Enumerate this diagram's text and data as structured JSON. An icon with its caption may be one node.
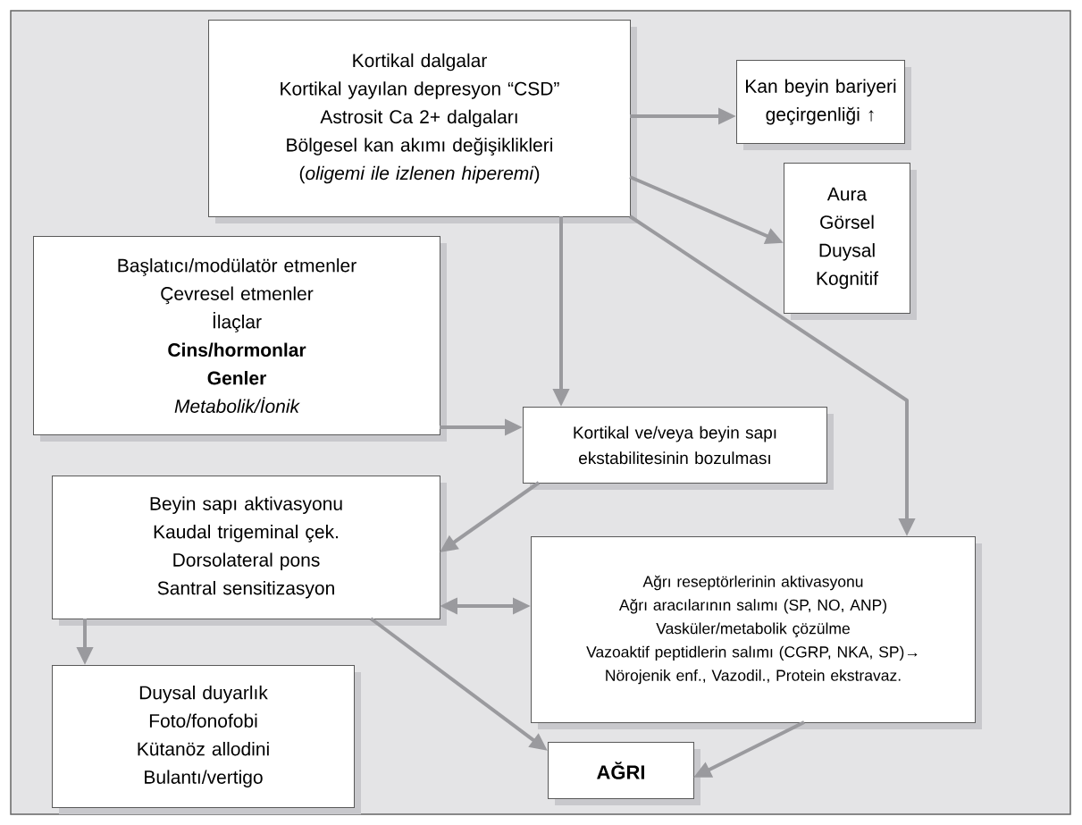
{
  "diagram": {
    "nodes": [
      {
        "text": [
          "Kortikal dalgalar",
          "Kortikal yayılan depresyon “CSD”",
          "Astrosit Ca 2+ dalgaları",
          "Bölgesel kan akımı değişiklikleri",
          "(*oligemi ile izlenen hiperemi*)"
        ]
      },
      {
        "text": [
          "Kan beyin bariyeri geçirgenliği ↑"
        ]
      },
      {
        "text": [
          "Aura",
          "Görsel",
          "Duysal",
          "Kognitif"
        ]
      },
      {
        "text": [
          "Başlatıcı/modülatör etmenler",
          "Çevresel etmenler",
          "İlaçlar",
          "Cins/hormonlar",
          "Genler",
          "Metabolik/İonik"
        ]
      },
      {
        "text": [
          "Kortikal ve/veya beyin sapı ekstabilitesinin bozulması"
        ]
      },
      {
        "text": [
          "Beyin sapı aktivasyonu",
          "Kaudal trigeminal çek.",
          "Dorsolateral pons",
          "Santral sensitizasyon"
        ]
      },
      {
        "text": [
          "Ağrı reseptörlerinin aktivasyonu",
          "Ağrı aracılarının salımı (SP, NO, ANP)",
          "Vasküler/metabolik çözülme",
          "Vazoaktif peptidlerin salımı (CGRP, NKA, SP)→",
          "Nörojenik enf., Vazodil., Protein ekstravaz."
        ]
      },
      {
        "text": [
          "Duysal duyarlık",
          "Foto/fonofobi",
          "Kütanöz allodini",
          "Bulantı/vertigo"
        ]
      },
      {
        "text": [
          "AĞRI"
        ]
      }
    ],
    "edges": [
      {
        "from": 0,
        "to": 1,
        "arrow": "to"
      },
      {
        "from": 0,
        "to": 2,
        "arrow": "to"
      },
      {
        "from": 0,
        "to": 4,
        "arrow": "to"
      },
      {
        "from": 0,
        "to": 6,
        "arrow": "to"
      },
      {
        "from": 3,
        "to": 4,
        "arrow": "to"
      },
      {
        "from": 4,
        "to": 5,
        "arrow": "to"
      },
      {
        "from": 5,
        "to": 6,
        "arrow": "both"
      },
      {
        "from": 5,
        "to": 7,
        "arrow": "to"
      },
      {
        "from": 5,
        "to": 8,
        "arrow": "to"
      },
      {
        "from": 6,
        "to": 8,
        "arrow": "to"
      }
    ]
  }
}
